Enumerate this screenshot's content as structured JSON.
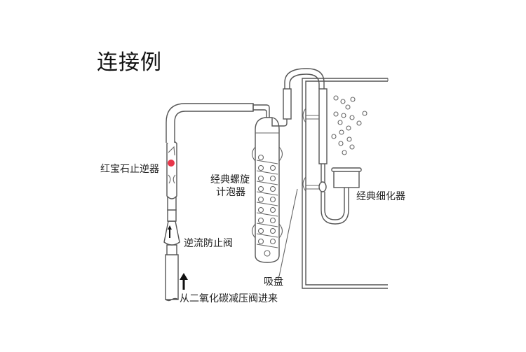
{
  "title": "连接例",
  "labels": {
    "ruby_check_valve": "红宝石止逆器",
    "spiral_counter_line1": "经典螺旋",
    "spiral_counter_line2": "计泡器",
    "diffuser": "经典细化器",
    "backflow_valve": "逆流防止阀",
    "suction_cup": "吸盘",
    "co2_inlet": "从二氧化碳减压阀进来"
  },
  "colors": {
    "ruby_ball": "#e8364a",
    "lines": "#555555"
  }
}
